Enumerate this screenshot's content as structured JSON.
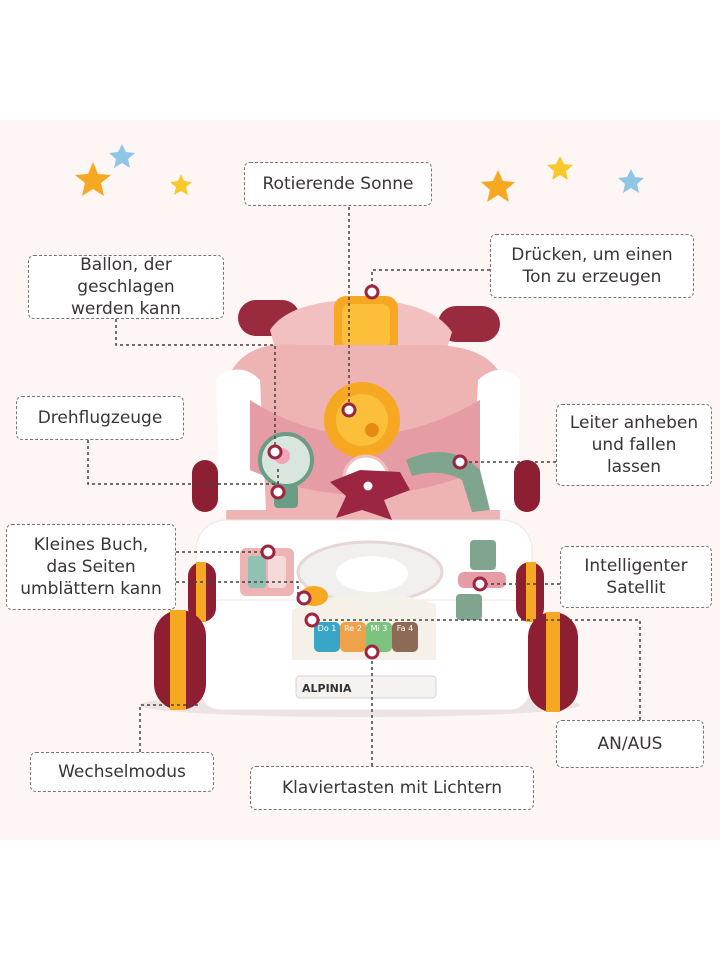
{
  "labels": {
    "rotating_sun": "Rotierende Sonne",
    "press_sound_line1": "Drücken, um einen",
    "press_sound_line2": "Ton zu erzeugen",
    "balloon_line1": "Ballon, der geschlagen",
    "balloon_line2": "werden kann",
    "propellers": "Drehflugzeuge",
    "ladder_line1": "Leiter anheben",
    "ladder_line2": "und fallen lassen",
    "book_line1": "Kleines Buch,",
    "book_line2": "das Seiten",
    "book_line3": "umblättern kann",
    "satellite_line1": "Intelligenter",
    "satellite_line2": "Satellit",
    "on_off": "AN/AUS",
    "switch_mode": "Wechselmodus",
    "piano_keys": "Klaviertasten mit Lichtern"
  },
  "toy": {
    "brand": "ALPINIA",
    "piano_notes": [
      "Do 1",
      "Re 2",
      "Mi 3",
      "Fa 4"
    ]
  },
  "colors": {
    "background": "#fdf6f5",
    "toy_pink": "#eeb3b3",
    "wheel_red": "#8e1f33",
    "accent_orange": "#f7a823",
    "leader_line": "#4a3f3f",
    "dot_marker": "#9c2541"
  }
}
